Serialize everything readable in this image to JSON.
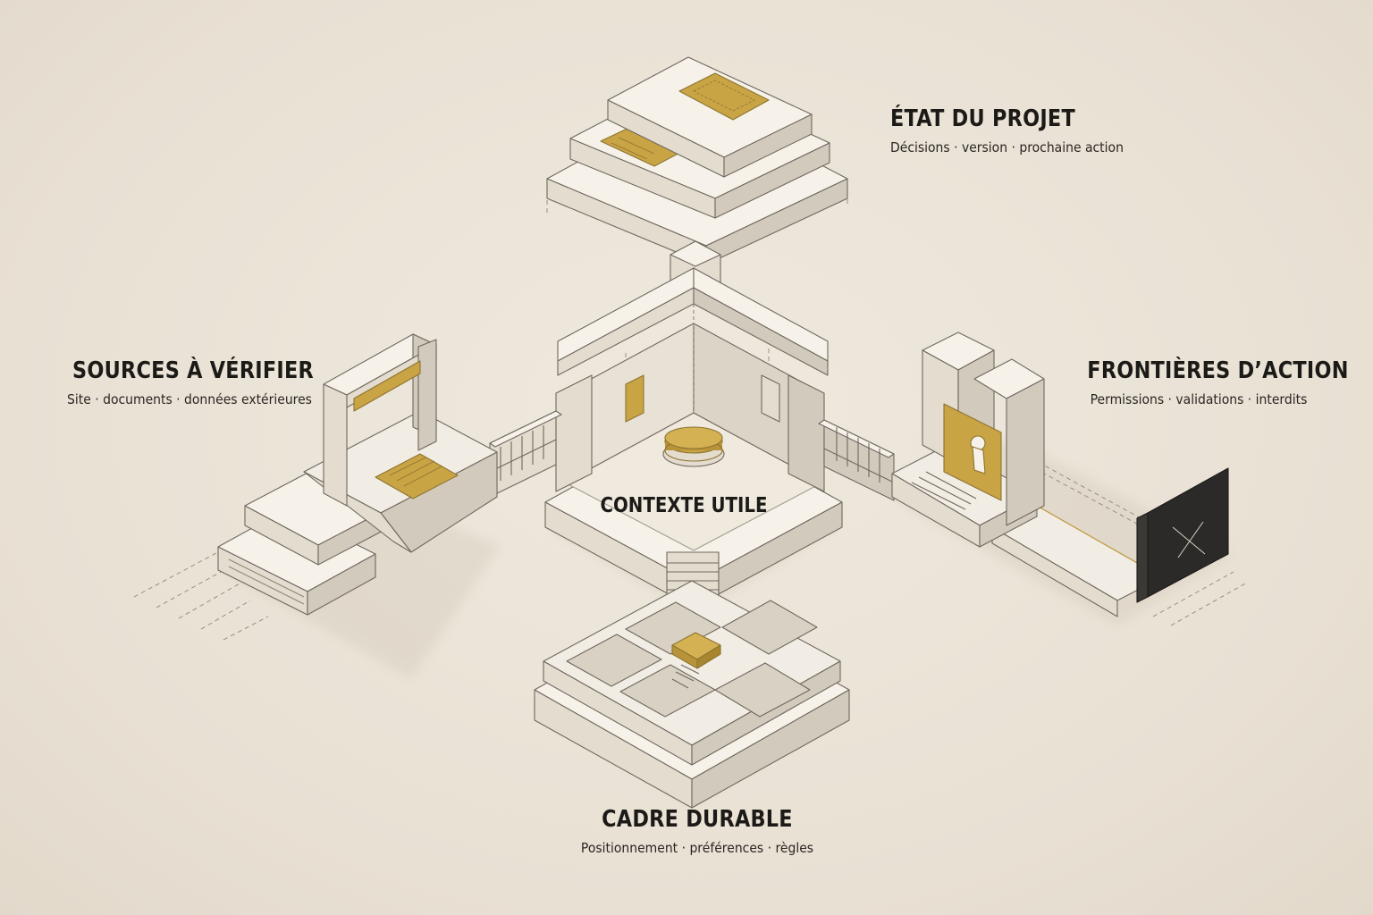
{
  "center": {
    "title": "CONTEXTE UTILE"
  },
  "modules": {
    "etat": {
      "title": "ÉTAT DU PROJET",
      "subtitle": "Décisions · version · prochaine action"
    },
    "sources": {
      "title": "SOURCES À VÉRIFIER",
      "subtitle": "Site · documents · données extérieures"
    },
    "frontieres": {
      "title": "FRONTIÈRES D’ACTION",
      "subtitle": "Permissions · validations · interdits"
    },
    "cadre": {
      "title": "CADRE DURABLE",
      "subtitle": "Positionnement · préférences · règles"
    }
  },
  "colors": {
    "background": "#ebe4d8",
    "stone_top": "#f6f2ea",
    "stone_left": "#e3dccf",
    "stone_right": "#d2cabc",
    "accent_gold": "#c9a444",
    "dark_slab": "#2b2a28",
    "ink": "#1c1a17"
  },
  "icons": [
    "stacked-layers-icon",
    "archway-gate-icon",
    "keyhole-door-icon",
    "black-barrier-icon",
    "grid-room-icon",
    "round-table-icon"
  ]
}
